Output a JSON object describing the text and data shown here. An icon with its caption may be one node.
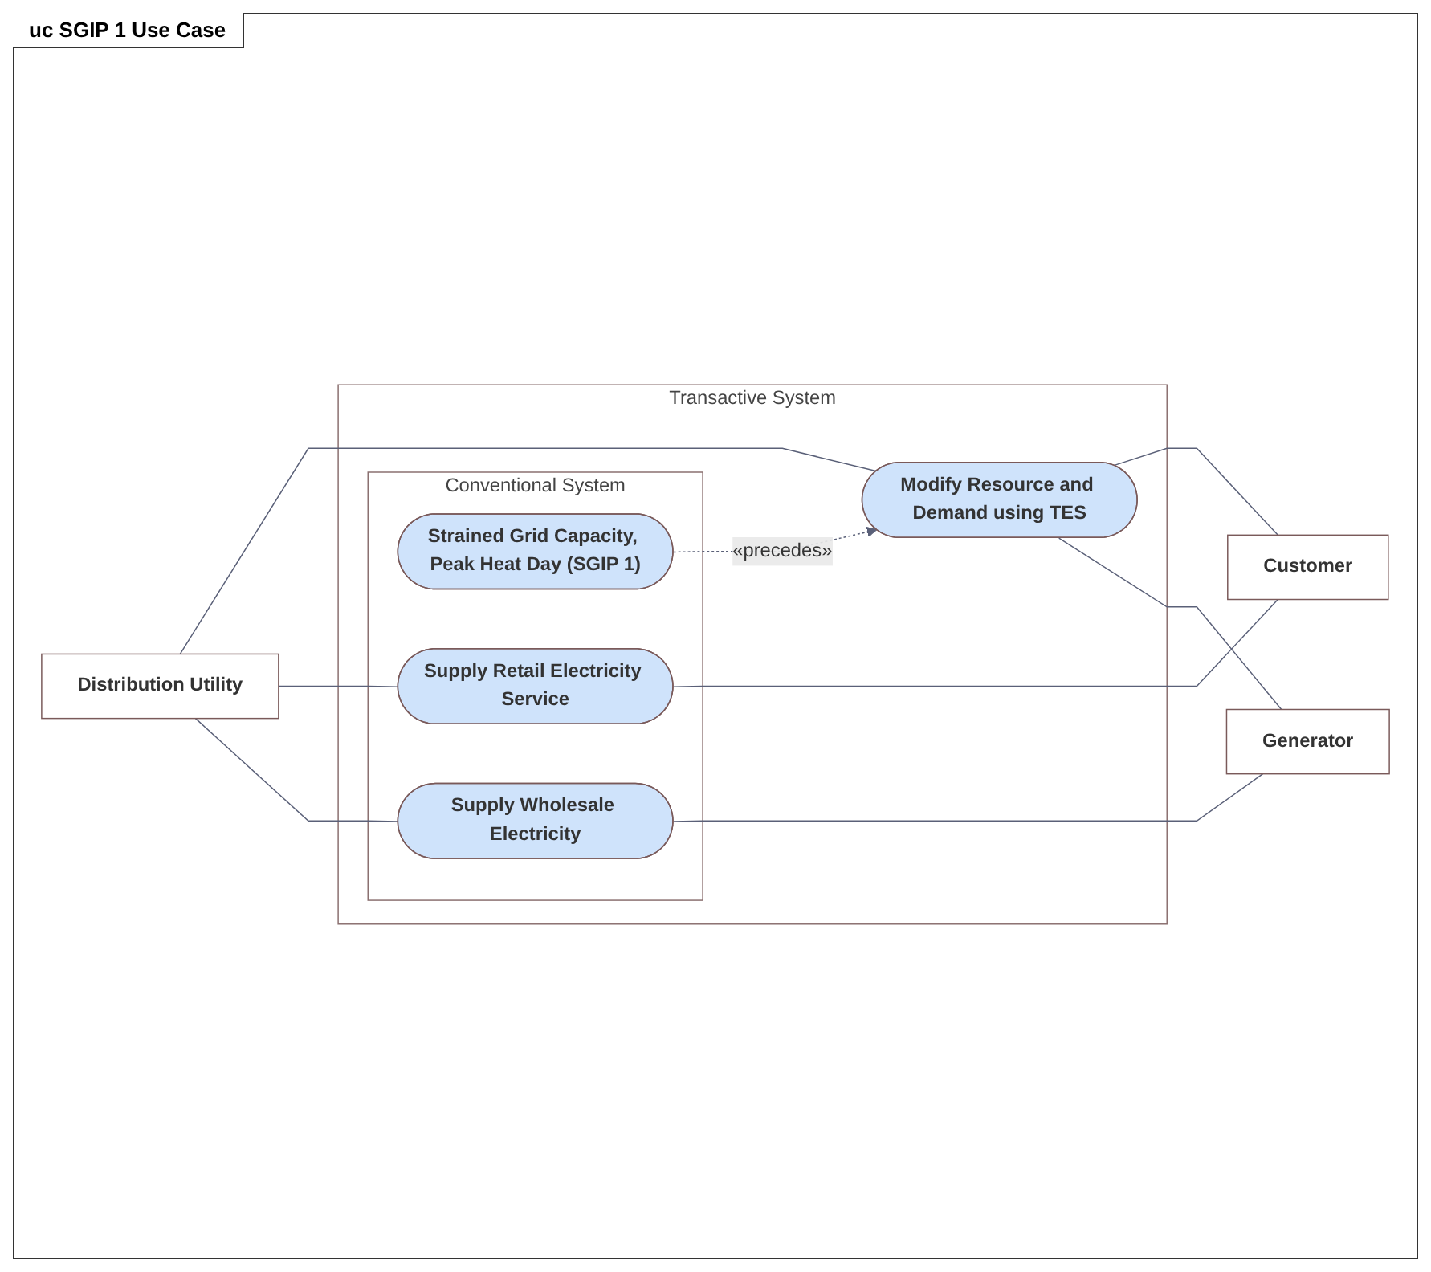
{
  "diagram": {
    "title": "uc SGIP 1 Use Case",
    "nodes": [
      {
        "text": [
          "Transactive System"
        ]
      },
      {
        "text": [
          "Conventional System"
        ],
        "in": 0
      },
      {
        "text": [
          "Strained Grid Capacity, Peak Heat Day (SGIP 1)"
        ],
        "in": 1
      },
      {
        "text": [
          "Supply Wholesale Electricity"
        ],
        "in": 1
      },
      {
        "text": [
          "Supply Retail Electricity Service"
        ],
        "in": 1
      },
      {
        "text": [
          "Modify Resource and Demand using TES"
        ],
        "in": 0
      },
      {
        "text": [
          "Distribution Utility"
        ]
      },
      {
        "text": [
          "Generator"
        ]
      },
      {
        "text": [
          "Customer"
        ]
      }
    ],
    "edges": [
      {
        "from": 2,
        "to": 5,
        "arrow": "to",
        "label": "«precedes»",
        "style": "dashed"
      },
      {
        "from": 6,
        "to": 3,
        "arrow": "none"
      },
      {
        "from": 3,
        "to": 7,
        "arrow": "none"
      },
      {
        "from": 6,
        "to": 4,
        "arrow": "none"
      },
      {
        "from": 4,
        "to": 8,
        "arrow": "none"
      },
      {
        "from": 6,
        "to": 5,
        "arrow": "none"
      },
      {
        "from": 5,
        "to": 7,
        "arrow": "none"
      },
      {
        "from": 5,
        "to": 8,
        "arrow": "none"
      }
    ]
  }
}
